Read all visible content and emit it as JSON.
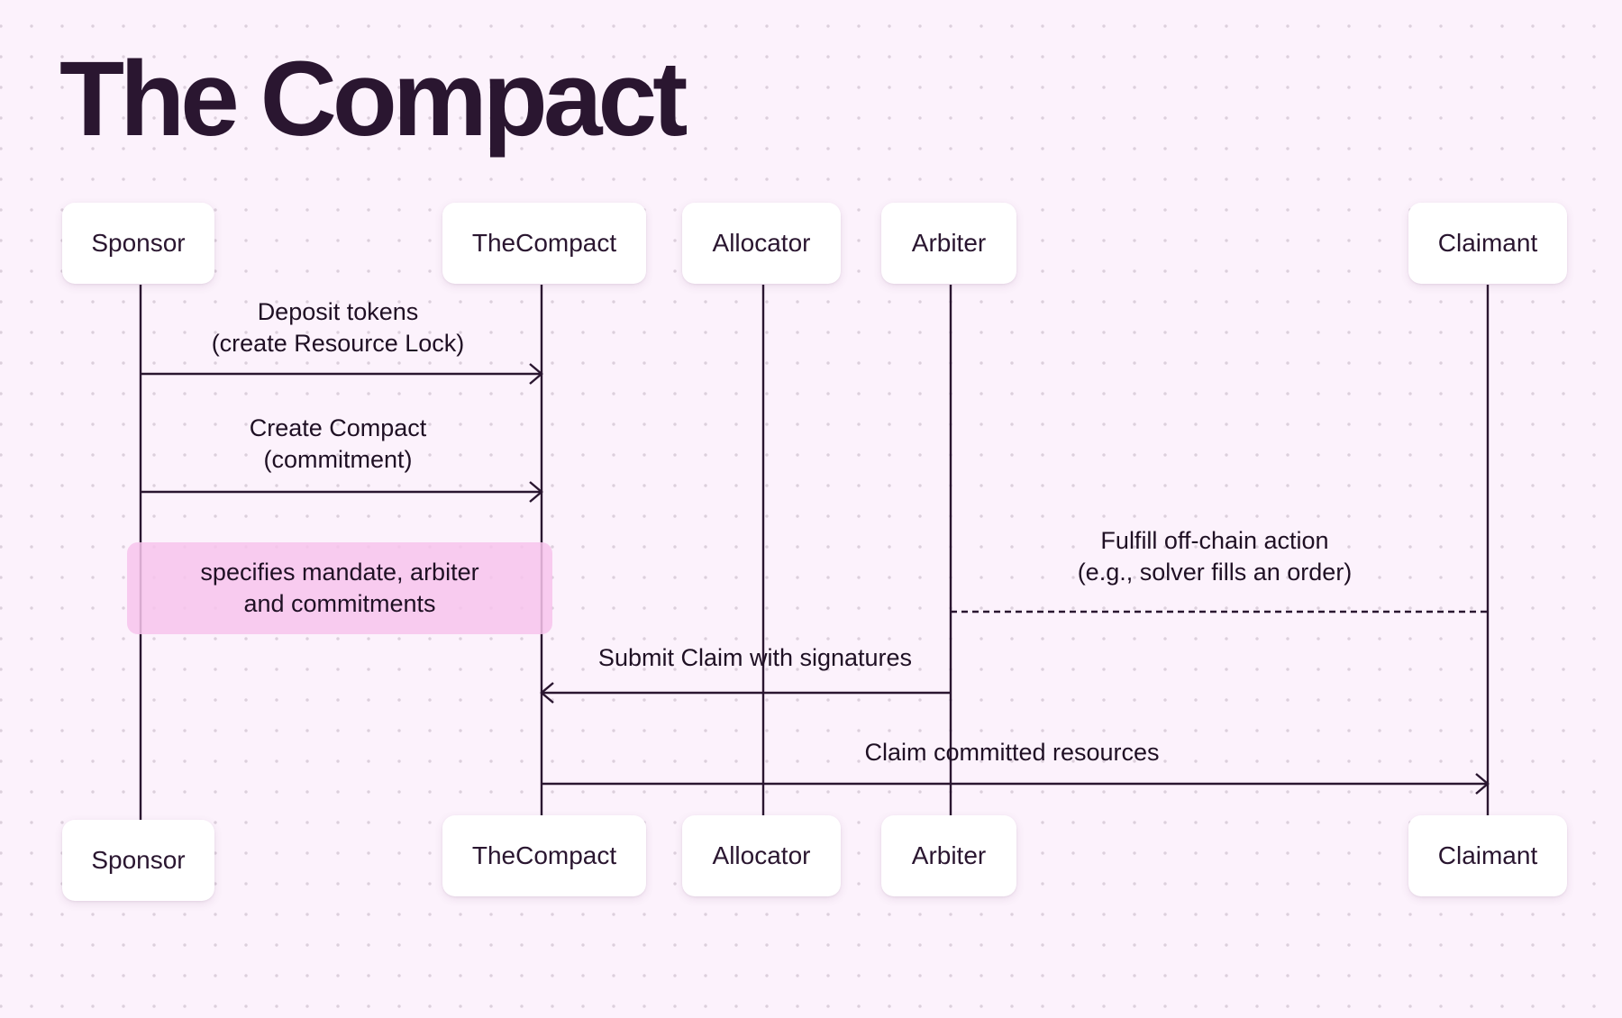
{
  "title": "The Compact",
  "participants": [
    {
      "id": "sponsor",
      "label": "Sponsor"
    },
    {
      "id": "thecompact",
      "label": "TheCompact"
    },
    {
      "id": "allocator",
      "label": "Allocator"
    },
    {
      "id": "arbiter",
      "label": "Arbiter"
    },
    {
      "id": "claimant",
      "label": "Claimant"
    }
  ],
  "messages": [
    {
      "from": "sponsor",
      "to": "thecompact",
      "style": "solid",
      "lines": [
        "Deposit tokens",
        "(create Resource Lock)"
      ]
    },
    {
      "from": "sponsor",
      "to": "thecompact",
      "style": "solid",
      "lines": [
        "Create Compact",
        "(commitment)"
      ]
    },
    {
      "from": "arbiter",
      "to": "claimant",
      "style": "dashed",
      "lines": [
        "Fulfill off-chain action",
        "(e.g., solver fills an order)"
      ]
    },
    {
      "from": "arbiter",
      "to": "thecompact",
      "style": "solid",
      "lines": [
        "Submit Claim with signatures"
      ]
    },
    {
      "from": "thecompact",
      "to": "claimant",
      "style": "solid",
      "lines": [
        "Claim committed resources"
      ]
    }
  ],
  "note": {
    "lines": [
      "specifies mandate, arbiter",
      "and commitments"
    ]
  },
  "colors": {
    "background": "#fcf2fc",
    "ink": "#2a1630",
    "note_fill": "#f7c4ec",
    "box": "#ffffff"
  }
}
